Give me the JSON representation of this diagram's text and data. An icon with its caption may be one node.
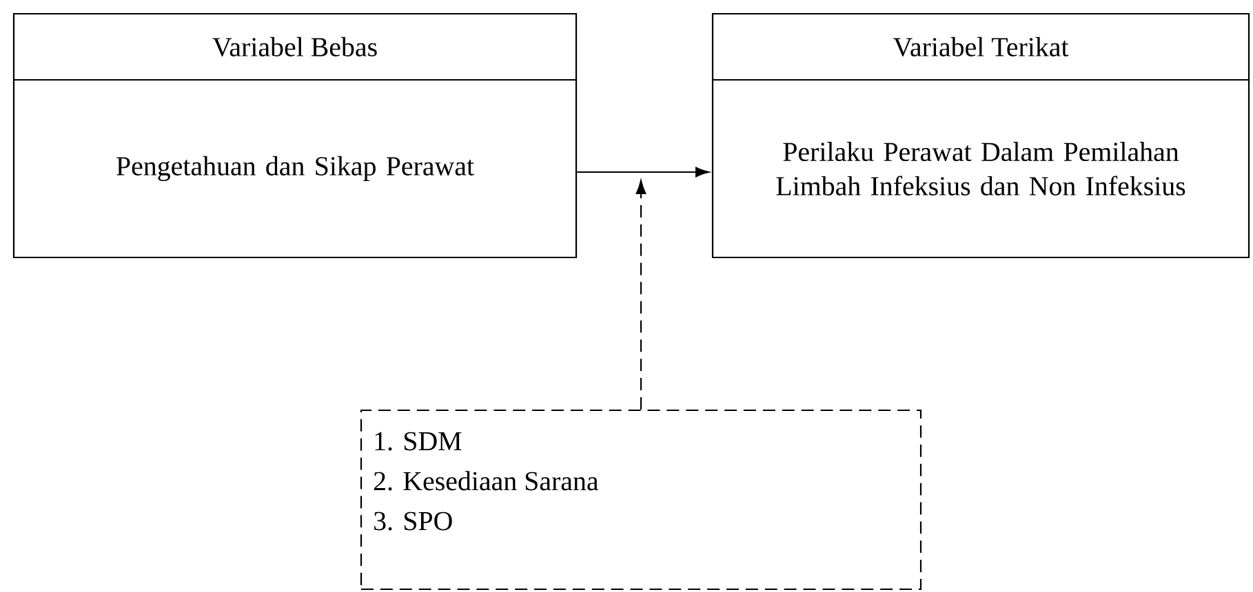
{
  "diagram": {
    "nodes": [
      {
        "text": [
          "Variabel Bebas",
          "Pengetahuan dan Sikap Perawat"
        ]
      },
      {
        "text": [
          "Variabel Terikat",
          "Perilaku Perawat Dalam Pemilahan Limbah Infeksius dan Non Infeksius"
        ]
      },
      {
        "text": [
          "1. SDM",
          "2. Kesediaan Sarana",
          "3. SPO"
        ]
      }
    ],
    "edges": [
      {
        "from": 0,
        "to": 1,
        "arrow": "to"
      },
      {
        "from": 2,
        "to": null,
        "arrow": "to",
        "style": "dashed"
      }
    ]
  }
}
